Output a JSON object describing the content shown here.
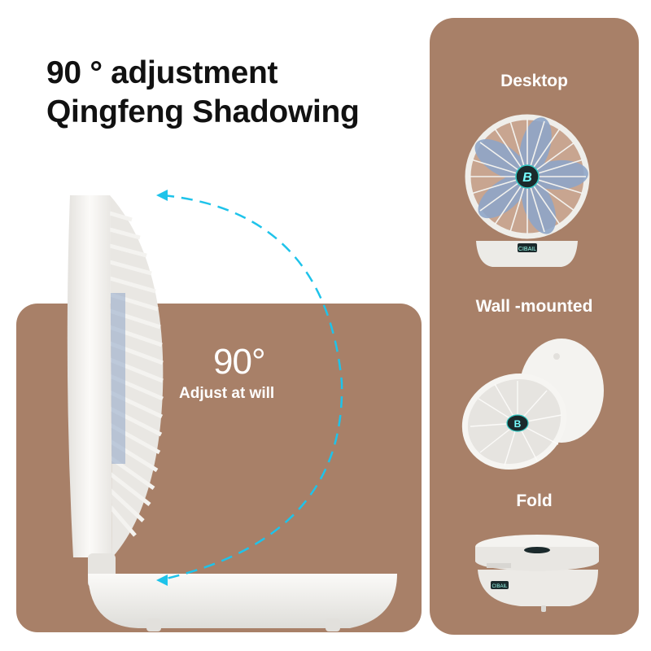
{
  "headline": {
    "line1": "90 ° adjustment",
    "line2": "Qingfeng Shadowing"
  },
  "main_illustration": {
    "angle_value": "90°",
    "angle_caption": "Adjust at will",
    "arrow_icon": "dashed-curved-arrow-icon"
  },
  "modes": [
    {
      "label": "Desktop",
      "icon": "desktop-fan-icon"
    },
    {
      "label": "Wall -mounted",
      "icon": "wall-mounted-fan-icon"
    },
    {
      "label": "Fold",
      "icon": "folded-fan-icon"
    }
  ],
  "brand": {
    "logo_letter": "B",
    "display_text": "CIBAIL"
  },
  "colors": {
    "panel": "#a88068",
    "arrow": "#1ec3ea",
    "fan_white": "#f1efeb",
    "blade_blue": "#8fa6c8",
    "headline": "#111111"
  }
}
